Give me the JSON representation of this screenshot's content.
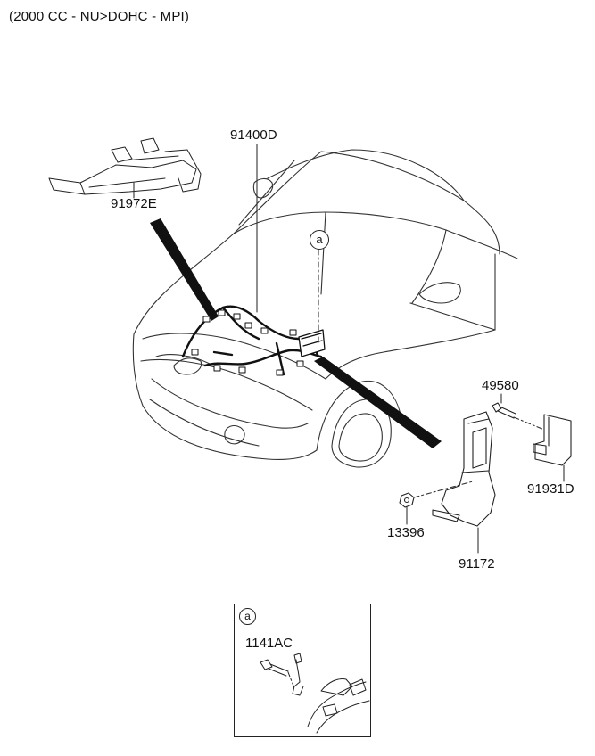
{
  "caption": "(2000 CC - NU>DOHC - MPI)",
  "callout_marker": "a",
  "parts": {
    "harness_main": "91400D",
    "duct": "91972E",
    "bolt_top": "49580",
    "bracket_side": "91931D",
    "nut": "13396",
    "bracket_main": "91172"
  },
  "inset": {
    "marker": "a",
    "part": "1141AC"
  }
}
